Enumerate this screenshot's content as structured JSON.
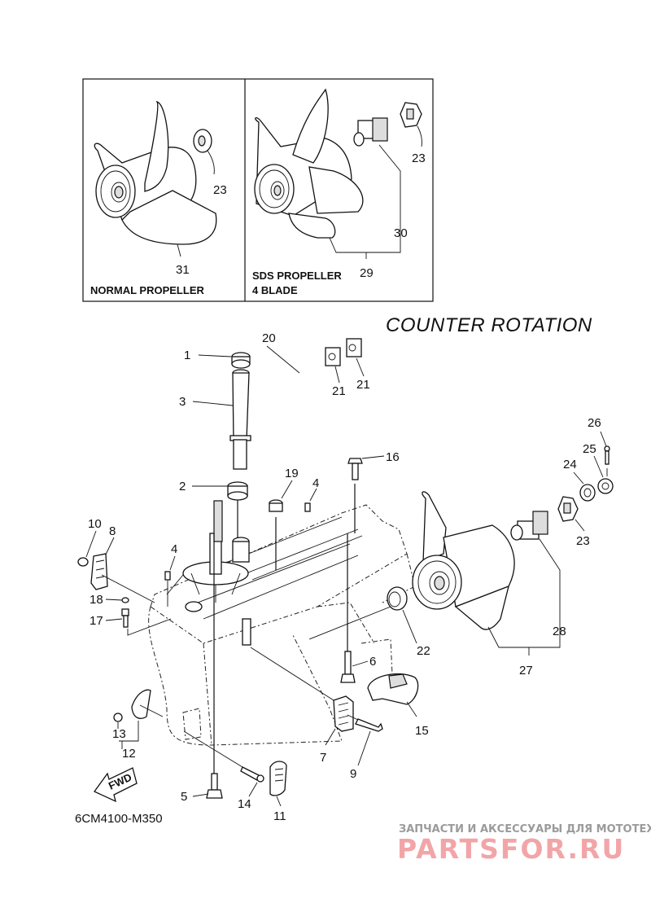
{
  "diagram": {
    "title": "COUNTER ROTATION",
    "code": "6CM4100-M350",
    "fwd_label": "FWD",
    "inset_boxes": [
      {
        "label_line1": "NORMAL PROPELLER",
        "label_line2": ""
      },
      {
        "label_line1": "SDS PROPELLER",
        "label_line2": "4 BLADE"
      }
    ],
    "callouts": {
      "c1": "1",
      "c2": "2",
      "c3": "3",
      "c4a": "4",
      "c4b": "4",
      "c5": "5",
      "c6": "6",
      "c7": "7",
      "c8": "8",
      "c9": "9",
      "c10": "10",
      "c11": "11",
      "c12": "12",
      "c13": "13",
      "c14": "14",
      "c15": "15",
      "c16": "16",
      "c17": "17",
      "c18": "18",
      "c19": "19",
      "c20": "20",
      "c21a": "21",
      "c21b": "21",
      "c22": "22",
      "c23a": "23",
      "c23b": "23",
      "c23c": "23",
      "c24": "24",
      "c25": "25",
      "c26": "26",
      "c27": "27",
      "c28": "28",
      "c29": "29",
      "c30": "30",
      "c31": "31"
    }
  },
  "watermark": {
    "subtitle": "ЗАПЧАСТИ И АКСЕССУАРЫ ДЛЯ МОТОТЕХНИКИ",
    "brand": "PARTSFOR.RU",
    "brand_color": "#f2a5a8"
  }
}
